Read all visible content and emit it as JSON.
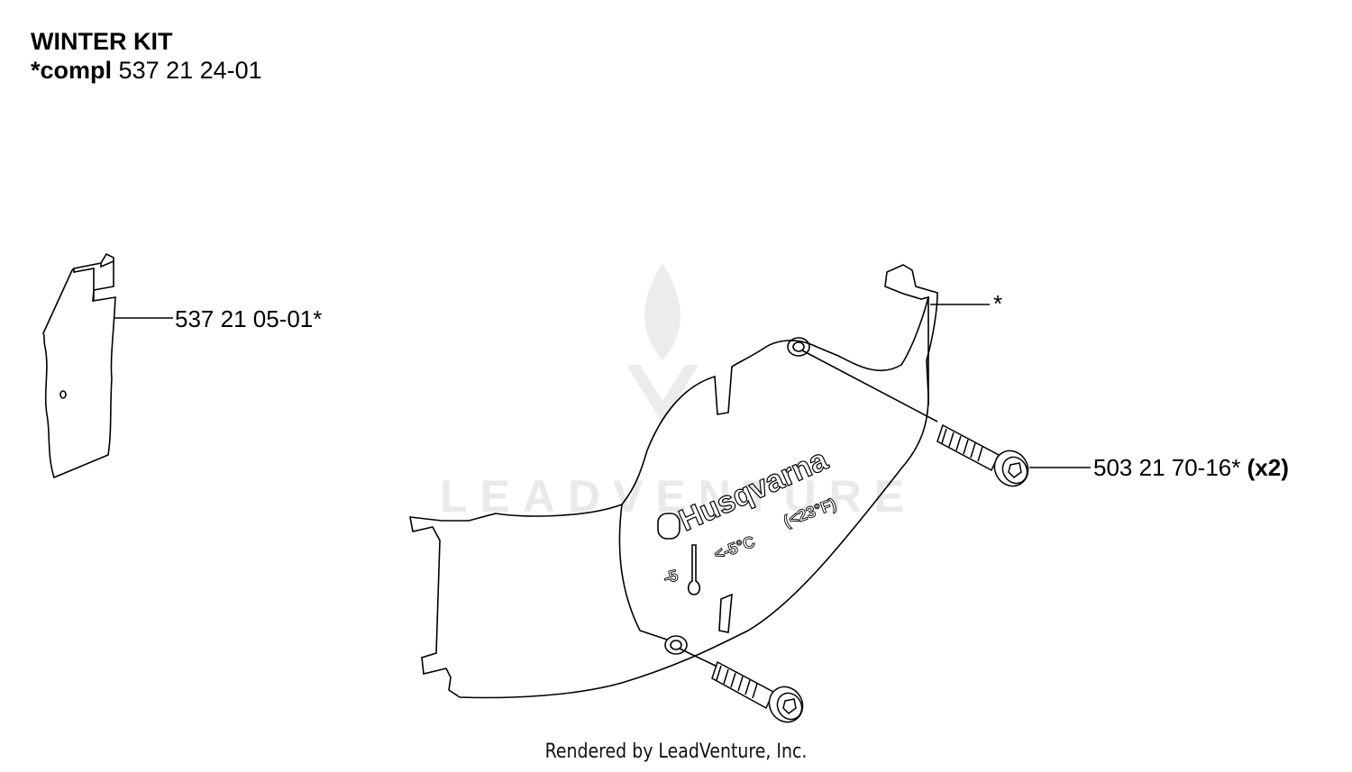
{
  "header": {
    "title": "WINTER KIT",
    "compl_label": "*compl",
    "compl_number": "537 21 24-01"
  },
  "parts": [
    {
      "number": "537 21 05-01*",
      "qty": ""
    },
    {
      "number": "*",
      "qty": ""
    },
    {
      "number": "503 21 70-16*",
      "qty": "(x2)"
    }
  ],
  "cover": {
    "brand": "Husqvarna",
    "temp_c": "<-5°C",
    "temp_f": "(<23°F)",
    "setting": "-5"
  },
  "watermark": "LEADVENTURE",
  "footer": "Rendered by LeadVenture, Inc."
}
